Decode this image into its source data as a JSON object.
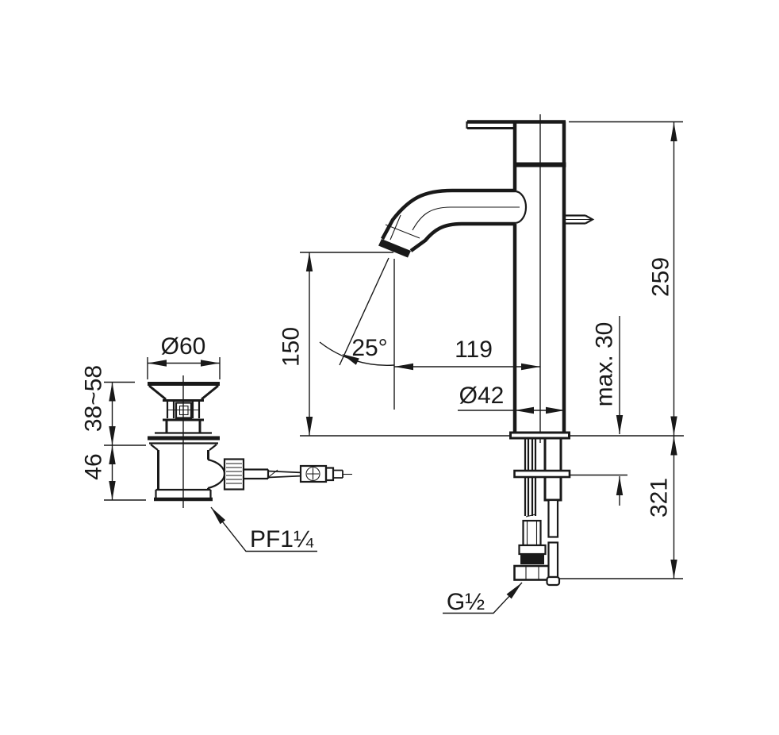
{
  "drawing": {
    "type": "technical-installation-diagram",
    "subject": "single-lever basin faucet with pop-up drain",
    "colors": {
      "line": "#191919",
      "background": "#ffffff"
    },
    "labels": {
      "spout_height": "150",
      "spout_angle": "25°",
      "spout_reach": "119",
      "body_diameter": "Ø42",
      "overall_height": "259",
      "max_deck_thickness": "max. 30",
      "below_deck_length": "321",
      "drain_flange_diameter": "Ø60",
      "drain_mount_range": "38~58",
      "drain_body_height": "46",
      "drain_thread": "PF1¼",
      "supply_thread": "G½"
    }
  }
}
